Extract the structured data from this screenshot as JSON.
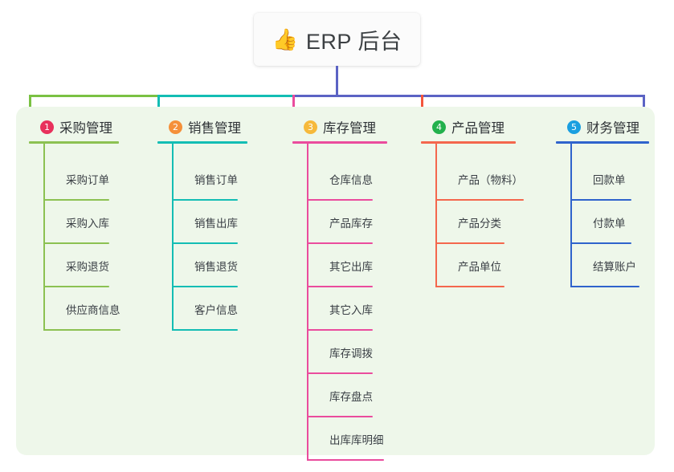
{
  "page": {
    "background": "#ffffff",
    "panel_color": "#eef7ea"
  },
  "root": {
    "icon": "thumbs-up-icon",
    "emoji": "👍",
    "title": "ERP 后台"
  },
  "connectors": {
    "stem_color": "#5b63c4",
    "bus_colors": [
      "#7ac143",
      "#13bdb4",
      "#5b63c4"
    ],
    "drops": [
      "#7ac143",
      "#13bdb4",
      "#ea4c9d",
      "#f4563c",
      "#5b63c4"
    ]
  },
  "columns": [
    {
      "number": "1",
      "badge_color": "#e8315c",
      "line_color": "#8cc152",
      "title": "采购管理",
      "head_rule_width": 112,
      "items": [
        {
          "label": "采购订单",
          "rule_width": 82
        },
        {
          "label": "采购入库",
          "rule_width": 82
        },
        {
          "label": "采购退货",
          "rule_width": 82
        },
        {
          "label": "供应商信息",
          "rule_width": 96
        }
      ]
    },
    {
      "number": "2",
      "badge_color": "#f5903a",
      "line_color": "#13bdb4",
      "title": "销售管理",
      "head_rule_width": 112,
      "items": [
        {
          "label": "销售订单",
          "rule_width": 82
        },
        {
          "label": "销售出库",
          "rule_width": 82
        },
        {
          "label": "销售退货",
          "rule_width": 82
        },
        {
          "label": "客户信息",
          "rule_width": 82
        }
      ]
    },
    {
      "number": "3",
      "badge_color": "#f6b93b",
      "line_color": "#ea4c9d",
      "title": "库存管理",
      "head_rule_width": 118,
      "items": [
        {
          "label": "仓库信息",
          "rule_width": 82
        },
        {
          "label": "产品库存",
          "rule_width": 82
        },
        {
          "label": "其它出库",
          "rule_width": 82
        },
        {
          "label": "其它入库",
          "rule_width": 82
        },
        {
          "label": "库存调拨",
          "rule_width": 82
        },
        {
          "label": "库存盘点",
          "rule_width": 82
        },
        {
          "label": "出库库明细",
          "rule_width": 96
        }
      ]
    },
    {
      "number": "4",
      "badge_color": "#22b14c",
      "line_color": "#f4674d",
      "title": "产品管理",
      "head_rule_width": 118,
      "items": [
        {
          "label": "产品（物料）",
          "rule_width": 110
        },
        {
          "label": "产品分类",
          "rule_width": 86
        },
        {
          "label": "产品单位",
          "rule_width": 86
        }
      ]
    },
    {
      "number": "5",
      "badge_color": "#1a9fe0",
      "line_color": "#2f63cc",
      "title": "财务管理",
      "head_rule_width": 116,
      "items": [
        {
          "label": "回款单",
          "rule_width": 76
        },
        {
          "label": "付款单",
          "rule_width": 76
        },
        {
          "label": "结算账户",
          "rule_width": 86
        }
      ]
    }
  ]
}
